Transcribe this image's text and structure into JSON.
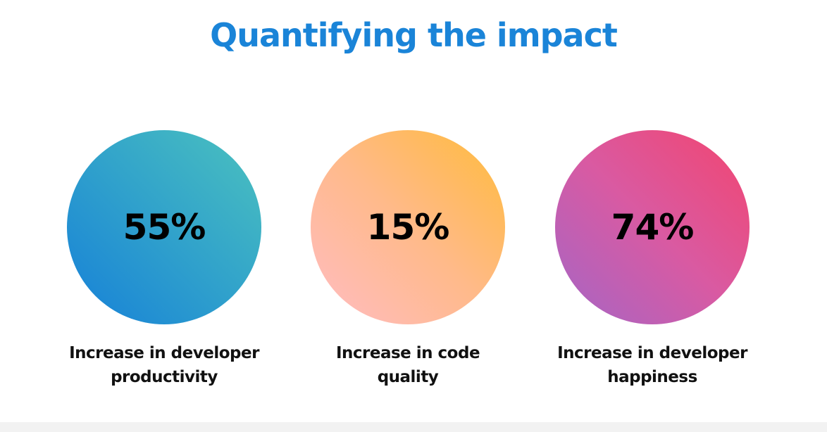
{
  "title": "Quantifying the impact",
  "stats": [
    {
      "value": "55%",
      "label_line1": "Increase in developer",
      "label_line2": "productivity",
      "gradient": [
        "#4cc2be",
        "#1680d8"
      ]
    },
    {
      "value": "15%",
      "label_line1": "Increase in code",
      "label_line2": "quality",
      "gradient": [
        "#ffbb3a",
        "#ffbcc4"
      ]
    },
    {
      "value": "74%",
      "label_line1": "Increase in developer",
      "label_line2": "happiness",
      "gradient": [
        "#f2456f",
        "#a466c6"
      ]
    }
  ],
  "colors": {
    "title": "#1a84d8",
    "text": "#000000",
    "background": "#ffffff"
  }
}
